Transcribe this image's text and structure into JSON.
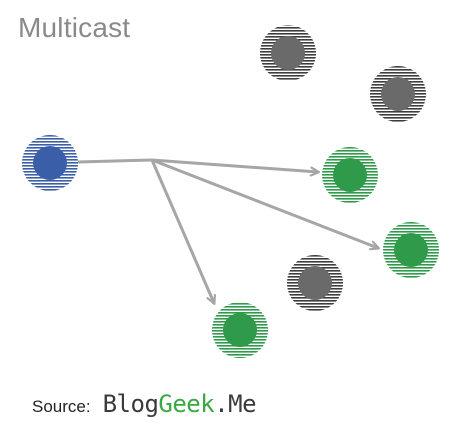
{
  "title": "Multicast",
  "footer": {
    "source_label": "Source:",
    "brand_part1": "Blog",
    "brand_part2": "Geek",
    "brand_part3": ".Me"
  },
  "colors": {
    "sender": "#3b5ea8",
    "receiver": "#2e9a4a",
    "idle": "#6a6a6a",
    "arrow": "#a6a6a6"
  }
}
